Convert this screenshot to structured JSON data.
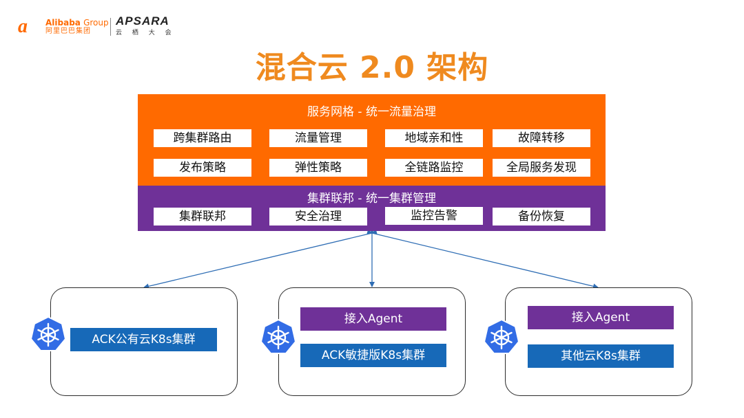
{
  "header": {
    "alibaba_name": "Alibaba",
    "alibaba_group": "Group",
    "alibaba_cn": "阿里巴巴集团",
    "apsara_name": "APSARA",
    "apsara_cn": "云 栖 大 会"
  },
  "title": "混合云 2.0 架构",
  "service_mesh": {
    "title": "服务网格 - 统一流量治理",
    "row1": [
      "跨集群路由",
      "流量管理",
      "地域亲和性",
      "故障转移"
    ],
    "row2": [
      "发布策略",
      "弹性策略",
      "全链路监控",
      "全局服务发现"
    ]
  },
  "federation": {
    "title": "集群联邦 - 统一集群管理",
    "row": [
      "集群联邦",
      "安全治理",
      "监控告警",
      "备份恢复"
    ]
  },
  "clusters": [
    {
      "agent": "",
      "name": "ACK公有云K8s集群"
    },
    {
      "agent": "接入Agent",
      "name": "ACK敏捷版K8s集群"
    },
    {
      "agent": "接入Agent",
      "name": "其他云K8s集群"
    }
  ],
  "colors": {
    "orange": "#ff6a00",
    "purple": "#6f3198",
    "blue": "#1769b8",
    "title": "#ef8a1f",
    "k8s": "#326ce5"
  },
  "icons": [
    "kubernetes-icon"
  ]
}
